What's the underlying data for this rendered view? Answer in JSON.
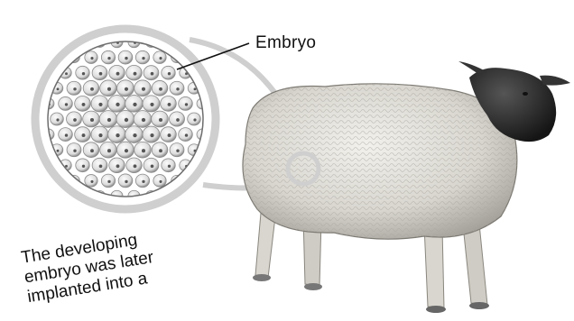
{
  "diagram": {
    "embryo_label": "Embryo",
    "caption_lines": [
      "The developing",
      "embryo was later",
      "implanted into a"
    ],
    "colors": {
      "ring": "#cfcfcf",
      "wool": "#dedcd6",
      "face": "#2b2b2b",
      "cell": "#e9e9e9",
      "text": "#111111"
    },
    "icons": [
      "embryo-cell-cluster",
      "sheep-illustration",
      "zoom-ring"
    ]
  }
}
